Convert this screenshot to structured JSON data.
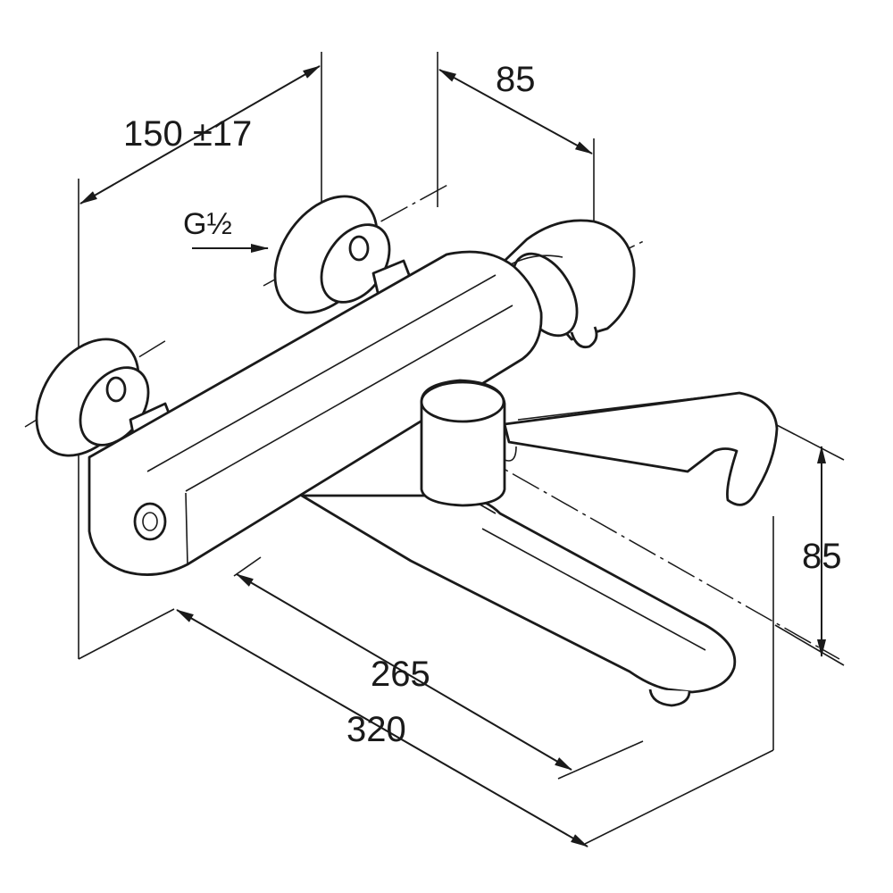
{
  "dimensions": {
    "inlet_spacing": "150 ±17",
    "thread": "G½",
    "knob_offset": "85",
    "height": "85",
    "spout_reach": "265",
    "total_length": "320"
  }
}
